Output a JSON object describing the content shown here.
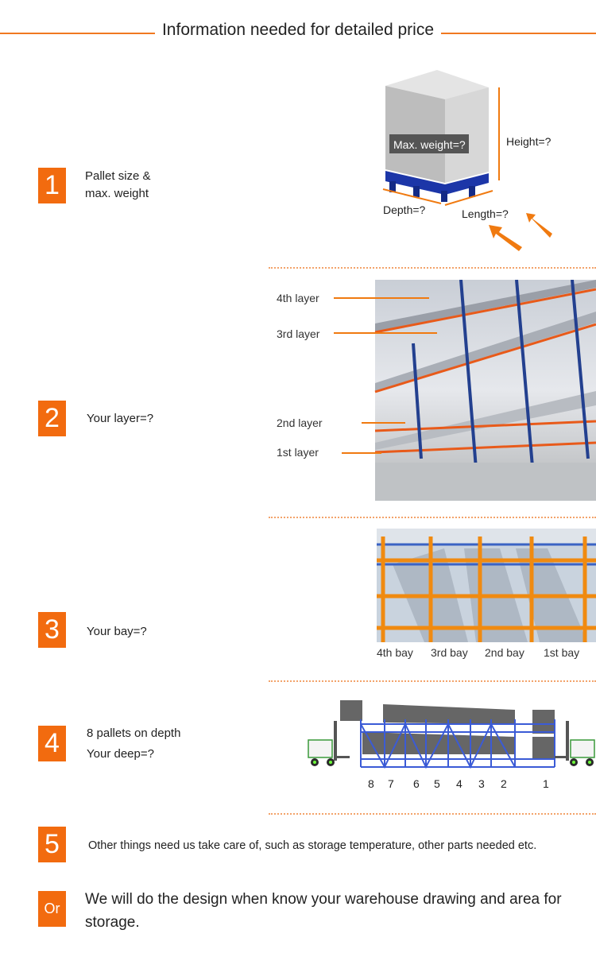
{
  "header": {
    "title": "Information needed for detailed price"
  },
  "sections": {
    "s1": {
      "num": "1",
      "label_line1": "Pallet size &",
      "label_line2": "max. weight",
      "max_weight": "Max. weight=?",
      "height": "Height=?",
      "depth": "Depth=?",
      "length": "Length=?"
    },
    "s2": {
      "num": "2",
      "label": "Your layer=?",
      "layers": [
        "4th layer",
        "3rd layer",
        "2nd layer",
        "1st layer"
      ]
    },
    "s3": {
      "num": "3",
      "label": "Your bay=?",
      "bays": [
        "4th bay",
        "3rd bay",
        "2nd bay",
        "1st bay"
      ]
    },
    "s4": {
      "num": "4",
      "label_line1": "8 pallets on depth",
      "label_line2": "Your deep=?",
      "positions": [
        "8",
        "7",
        "6",
        "5",
        "4",
        "3",
        "2",
        "1"
      ]
    },
    "s5": {
      "num": "5",
      "label": "Other things need us take care of, such as storage temperature, other parts needed etc."
    },
    "or": {
      "num": "Or",
      "line1": "We will do the design when know your warehouse drawing and area for",
      "line2": "storage."
    }
  },
  "colors": {
    "accent": "#f26b0f",
    "rack_blue": "#1f3f8f",
    "rack_orange": "#f07a10"
  }
}
